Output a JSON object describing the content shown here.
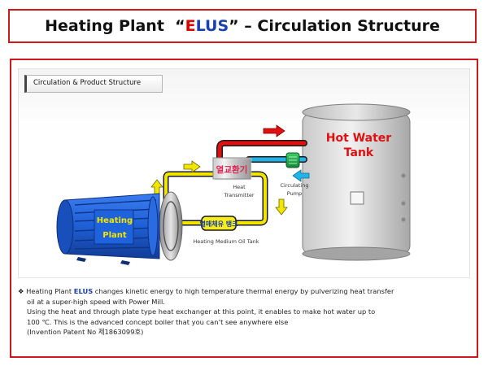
{
  "title": {
    "prefix": "Heating Plant  “",
    "e": "E",
    "lus": "LUS",
    "suffix": "” – Circulation Structure"
  },
  "section_label": "Circulation & Product Structure",
  "diagram": {
    "plant_label_line1": "Heating",
    "plant_label_line2": "Plant",
    "exchanger_label": "열교환기",
    "transmitter_line1": "Heat",
    "transmitter_line2": "Transmitter",
    "pump_line1": "Circulating",
    "pump_line2": "Pump",
    "oil_tank_label": "열매체유 탱크",
    "oil_tank_caption": "Heating Medium Oil Tank",
    "tank_line1": "Hot Water",
    "tank_line2": "Tank"
  },
  "description": {
    "bullet": "❖",
    "line1_a": "Heating Plant ",
    "line1_elus": "ELUS",
    "line1_b": " changes kinetic energy to high temperature thermal energy by pulverizing heat transfer",
    "line2": "oil at a super-high speed  with Power Mill.",
    "line3": "Using the heat and through plate type heat exchanger at this point, it enables to make hot water up to",
    "line4": "100 ℃. This is the advanced concept boiler that you can’t see anywhere else",
    "line5": "(Invention Patent No 제1863099호)"
  },
  "colors": {
    "frame_red": "#cc1a1a",
    "elus_blue": "#1a3fb0",
    "motor_blue": "#1f5fd6",
    "hot_red": "#e01010",
    "oil_yellow": "#f2e600",
    "cold_cyan": "#22b4e8"
  }
}
